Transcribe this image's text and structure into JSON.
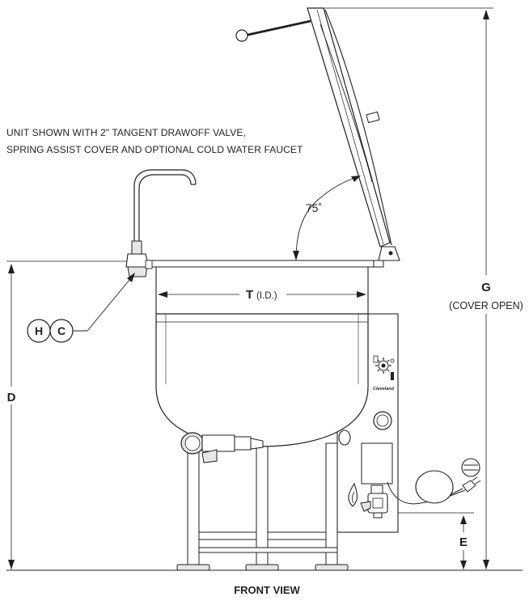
{
  "note_line1": "UNIT SHOWN WITH 2\" TANGENT DRAWOFF VALVE,",
  "note_line2": "SPRING ASSIST COVER AND OPTIONAL COLD WATER FAUCET",
  "angle_label": "75˚",
  "dim_t": "T",
  "dim_t_suffix": "(I.D.)",
  "dim_g": "G",
  "dim_g_sub": "(COVER OPEN)",
  "dim_d": "D",
  "dim_e": "E",
  "callout_h": "H",
  "callout_c": "C",
  "view_title": "FRONT VIEW",
  "brand_mark": "Cleveland"
}
